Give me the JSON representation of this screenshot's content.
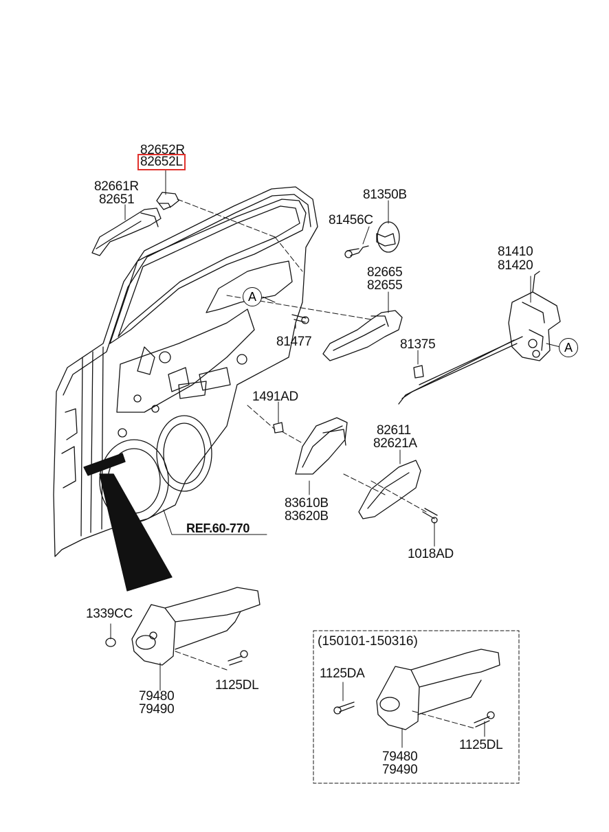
{
  "labels": {
    "p82652R": "82652R",
    "p82652L": "82652L",
    "p82661R": "82661R",
    "p82651": "82651",
    "p81350B": "81350B",
    "p81456C": "81456C",
    "p81410": "81410",
    "p81420": "81420",
    "p82665": "82665",
    "p82655": "82655",
    "p81477": "81477",
    "p81375": "81375",
    "p1491AD": "1491AD",
    "p82611": "82611",
    "p82621A": "82621A",
    "p83610B": "83610B",
    "p83620B": "83620B",
    "p1018AD": "1018AD",
    "ref": "REF.60-770",
    "p1339CC": "1339CC",
    "p1125DL": "1125DL",
    "p79480": "79480",
    "p79490": "79490",
    "inset_title": "(150101-150316)",
    "inset_1125DA": "1125DA",
    "inset_1125DL": "1125DL",
    "inset_79480": "79480",
    "inset_79490": "79490",
    "callout_a1": "A",
    "callout_a2": "A"
  },
  "highlight_color": "#e0302b",
  "line_color": "#111111"
}
